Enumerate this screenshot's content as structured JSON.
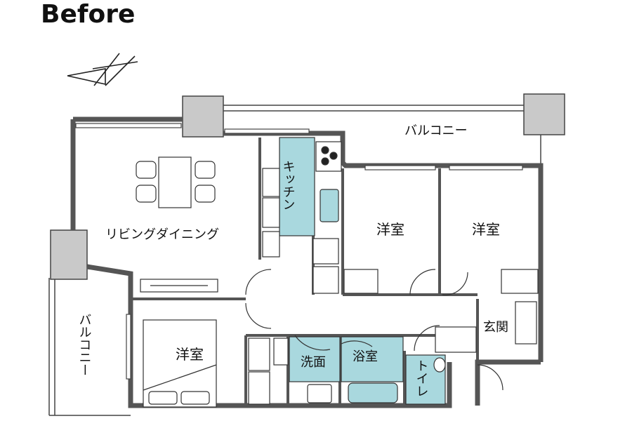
{
  "title": "Before",
  "rooms": {
    "living_dining": "リビングダイニング",
    "kitchen": "キッチン",
    "western_room_1": "洋室",
    "western_room_2": "洋室",
    "western_room_3": "洋室",
    "washroom": "洗面",
    "bathroom": "浴室",
    "toilet": "トイレ",
    "entrance": "玄関"
  },
  "balconies": {
    "top": "バルコニー",
    "left": "バルコニー"
  },
  "colors": {
    "wet_area": "#a9d8de",
    "column": "#c8c8c8",
    "wall": "#555555",
    "line": "#222222"
  }
}
